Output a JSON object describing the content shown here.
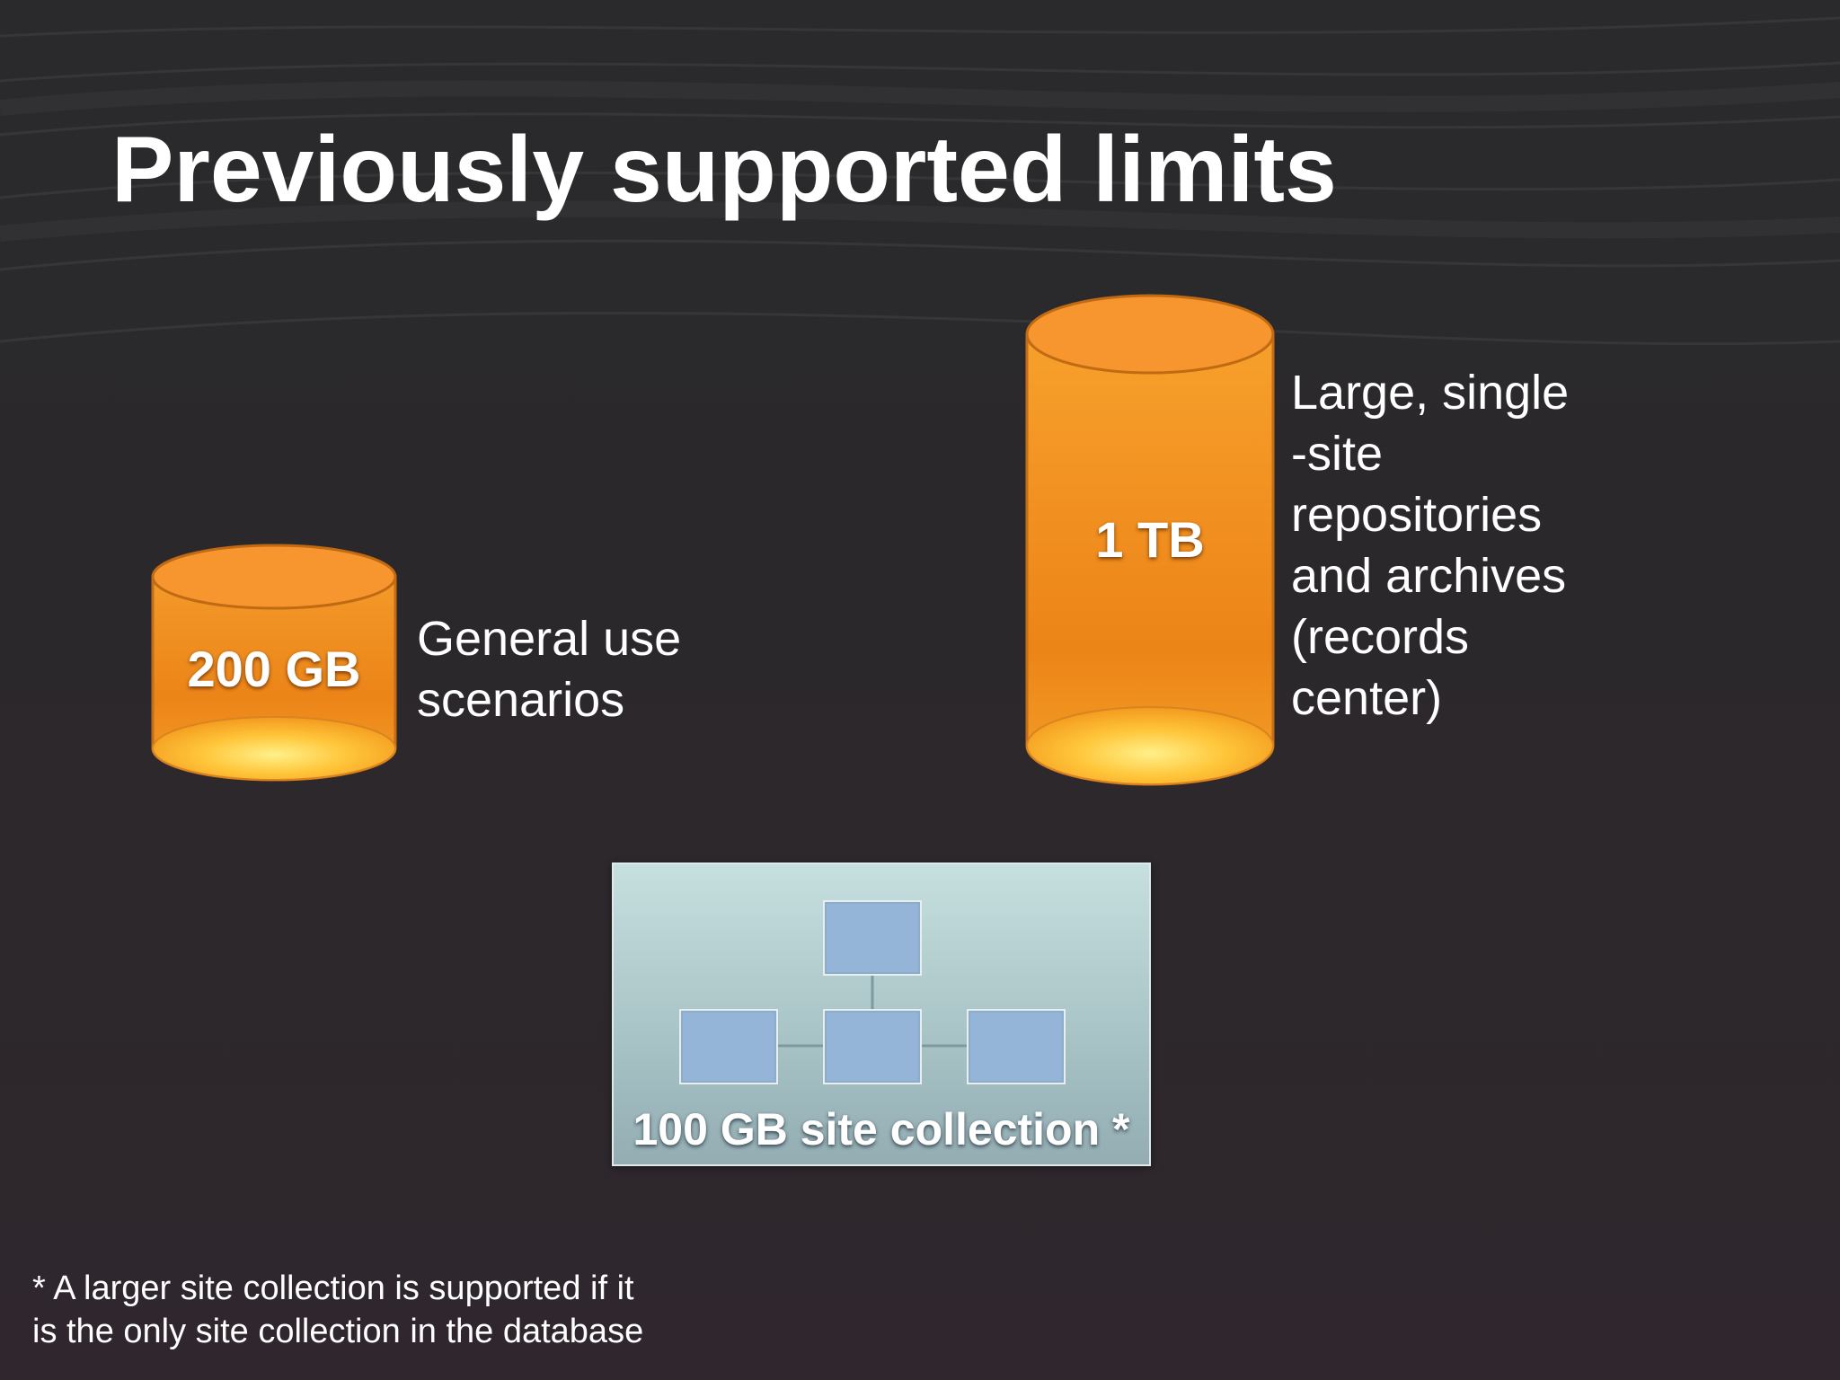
{
  "slide": {
    "title": "Previously supported limits",
    "small_db": {
      "capacity": "200 GB",
      "description_lines": [
        "General use",
        "scenarios"
      ]
    },
    "large_db": {
      "capacity": "1 TB",
      "description_lines": [
        "Large, single",
        "-site",
        "repositories",
        "and archives",
        "(records",
        "center)"
      ]
    },
    "site_collection": {
      "label": "100 GB site collection *"
    },
    "footnote_lines": [
      "* A larger site collection is supported if it",
      "is the only site collection in the database"
    ]
  }
}
